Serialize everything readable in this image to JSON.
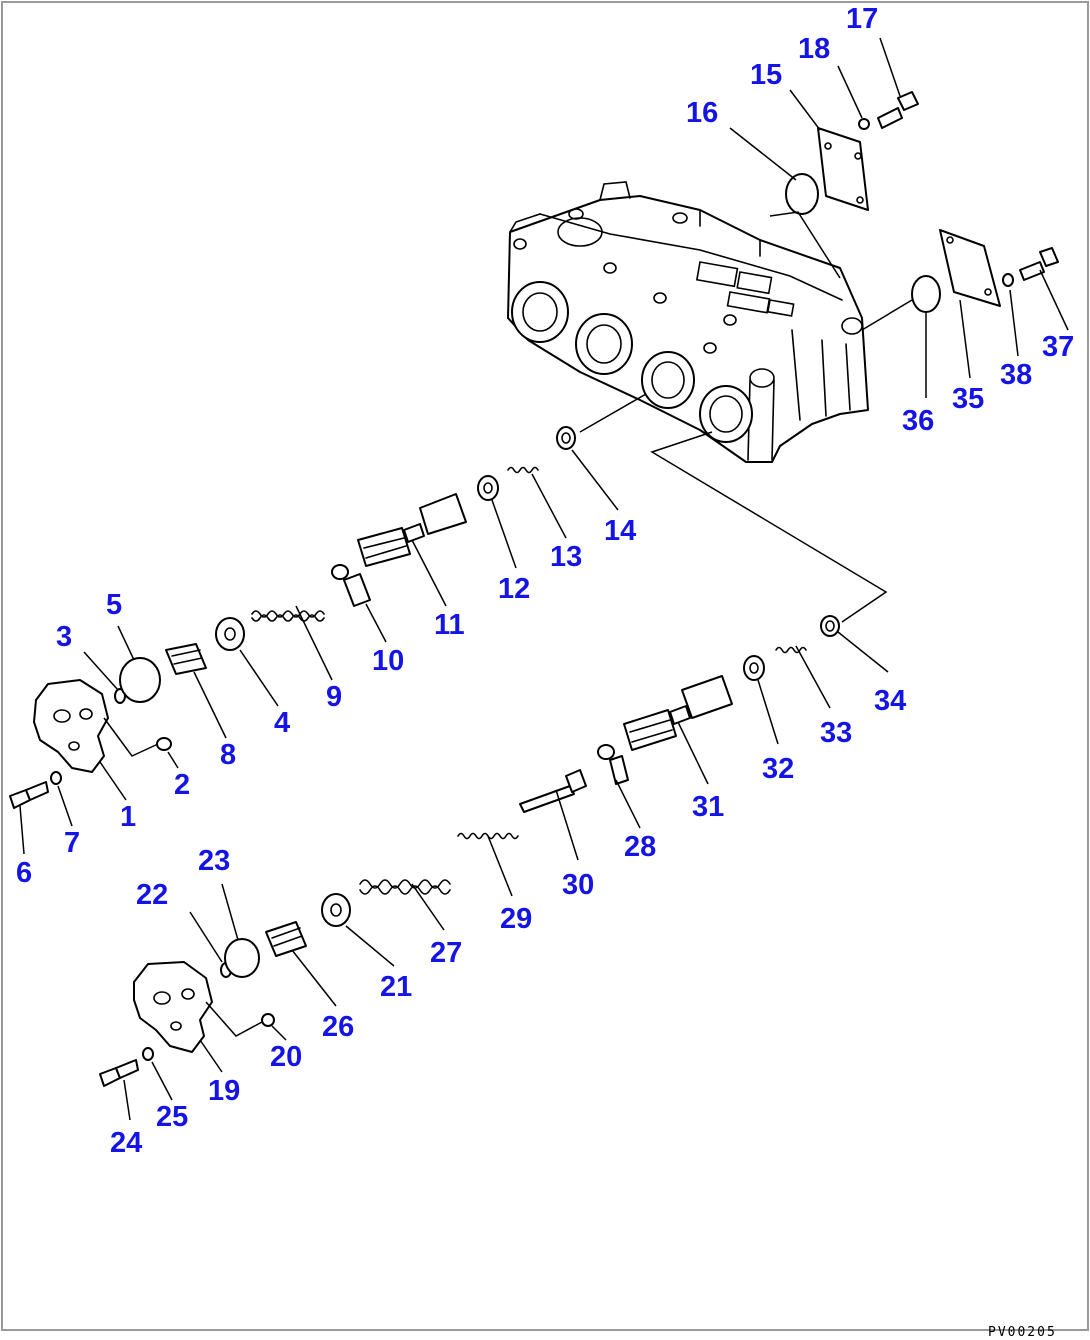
{
  "diagram": {
    "drawing_code": "PV00205",
    "callouts": [
      {
        "id": "c1",
        "text": "1"
      },
      {
        "id": "c2",
        "text": "2"
      },
      {
        "id": "c3",
        "text": "3"
      },
      {
        "id": "c4",
        "text": "4"
      },
      {
        "id": "c5",
        "text": "5"
      },
      {
        "id": "c6",
        "text": "6"
      },
      {
        "id": "c7",
        "text": "7"
      },
      {
        "id": "c8",
        "text": "8"
      },
      {
        "id": "c9",
        "text": "9"
      },
      {
        "id": "c10",
        "text": "10"
      },
      {
        "id": "c11",
        "text": "11"
      },
      {
        "id": "c12",
        "text": "12"
      },
      {
        "id": "c13",
        "text": "13"
      },
      {
        "id": "c14",
        "text": "14"
      },
      {
        "id": "c15",
        "text": "15"
      },
      {
        "id": "c16",
        "text": "16"
      },
      {
        "id": "c17",
        "text": "17"
      },
      {
        "id": "c18",
        "text": "18"
      },
      {
        "id": "c19",
        "text": "19"
      },
      {
        "id": "c20",
        "text": "20"
      },
      {
        "id": "c21",
        "text": "21"
      },
      {
        "id": "c22",
        "text": "22"
      },
      {
        "id": "c23",
        "text": "23"
      },
      {
        "id": "c24",
        "text": "24"
      },
      {
        "id": "c25",
        "text": "25"
      },
      {
        "id": "c26",
        "text": "26"
      },
      {
        "id": "c27",
        "text": "27"
      },
      {
        "id": "c28",
        "text": "28"
      },
      {
        "id": "c29",
        "text": "29"
      },
      {
        "id": "c30",
        "text": "30"
      },
      {
        "id": "c31",
        "text": "31"
      },
      {
        "id": "c32",
        "text": "32"
      },
      {
        "id": "c33",
        "text": "33"
      },
      {
        "id": "c34",
        "text": "34"
      },
      {
        "id": "c35",
        "text": "35"
      },
      {
        "id": "c36",
        "text": "36"
      },
      {
        "id": "c37",
        "text": "37"
      },
      {
        "id": "c38",
        "text": "38"
      }
    ],
    "colors": {
      "callout": "#1414e6",
      "line": "#000000",
      "frame": "#9a9a9a"
    }
  }
}
